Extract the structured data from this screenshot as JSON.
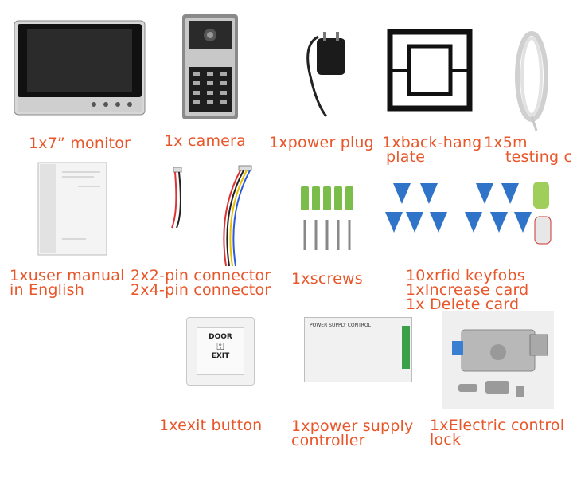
{
  "items": {
    "monitor": {
      "label": "1x7” monitor"
    },
    "camera": {
      "label": "1x camera"
    },
    "power_plug": {
      "label": "1xpower plug"
    },
    "back_plate": {
      "label_line1": "1xback-hang",
      "label_line2": "plate"
    },
    "cable": {
      "label_line1": "1x5m",
      "label_line2": "testing cabl"
    },
    "manual": {
      "label_line1": "1xuser manual",
      "label_line2": "in English"
    },
    "connectors": {
      "label_line1": "2x2-pin connector",
      "label_line2": "2x4-pin connector"
    },
    "screws": {
      "label": "1xscrews"
    },
    "keyfobs": {
      "label_line1": "10xrfid keyfobs",
      "label_line2": "1xIncrease card",
      "label_line3": "1x Delete card"
    },
    "exit_button": {
      "label": "1xexit button",
      "sign_line1": "DOOR",
      "sign_line2": "EXIT"
    },
    "psu": {
      "label_line1": "1xpower supply",
      "label_line2": "controller",
      "panel_title": "POWER SUPPLY CONTROL"
    },
    "lock": {
      "label_line1": "1xElectric control",
      "label_line2": "lock"
    }
  },
  "colors": {
    "label": "#e8562a",
    "keyfob": "#2f74c9"
  }
}
